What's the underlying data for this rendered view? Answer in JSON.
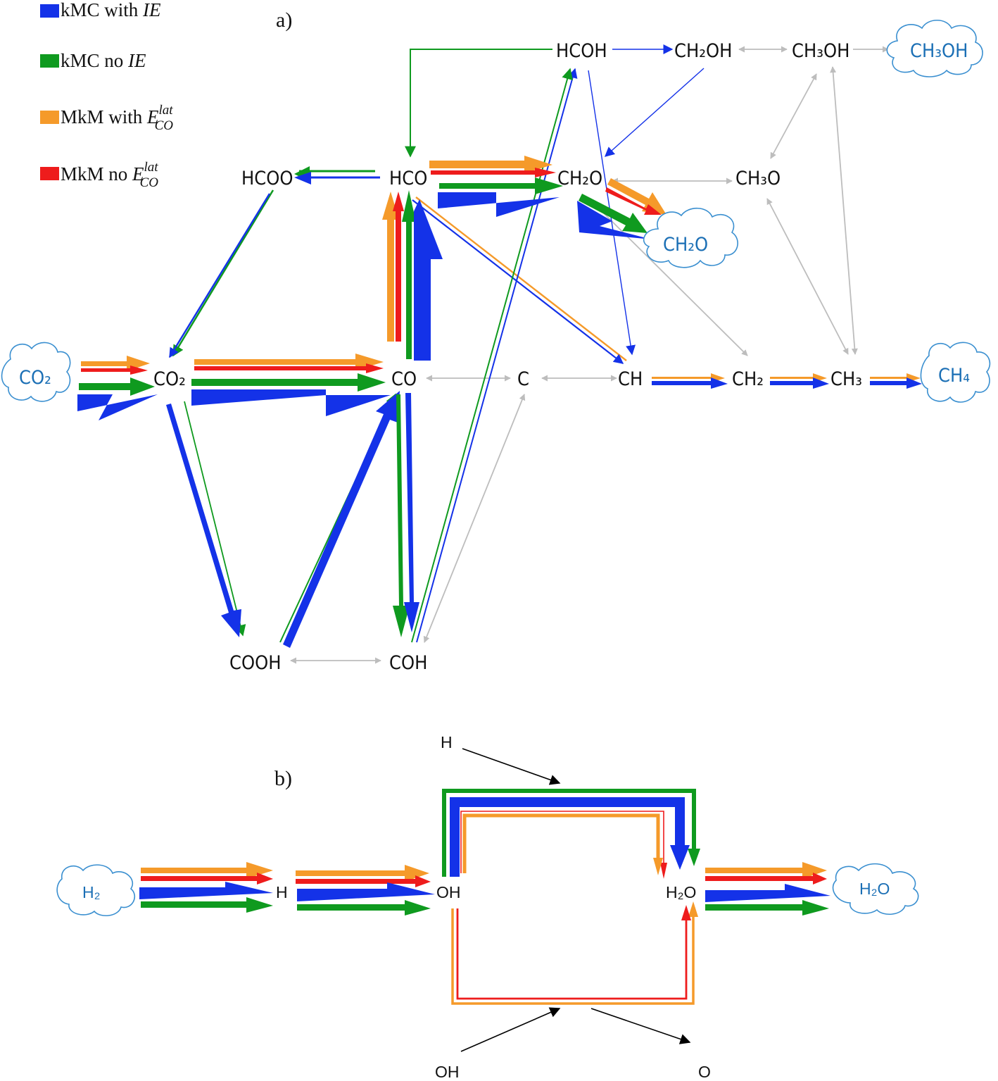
{
  "legend": [
    {
      "label": "kMC with ",
      "italic": "IE",
      "color": "#1432e8"
    },
    {
      "label": "kMC no ",
      "italic": "IE",
      "color": "#0f9a1f"
    },
    {
      "label": "MkM with ",
      "italic": "E",
      "sup": "lat",
      "sub": "CO",
      "color": "#f59a2a"
    },
    {
      "label": "MkM no ",
      "italic": "E",
      "sup": "lat",
      "sub": "CO",
      "color": "#ee1c1c"
    }
  ],
  "panels": {
    "a": "a)",
    "b": "b)"
  },
  "species_a": {
    "hcoh": "HCOH",
    "ch2oh": "CH₂OH",
    "ch3oh": "CH₃OH",
    "hcoo": "HCOO",
    "hco": "HCO",
    "ch2o": "CH₂O",
    "ch3o": "CH₃O",
    "co2": "CO₂",
    "co": "CO",
    "c": "C",
    "ch": "CH",
    "ch2": "CH₂",
    "ch3": "CH₃",
    "cooh": "COOH",
    "coh": "COH"
  },
  "clouds_a": {
    "ch3oh_gas": "CH₃OH",
    "ch2o_gas": "CH₂O",
    "co2_gas": "CO₂",
    "ch4_gas": "CH₄"
  },
  "species_b": {
    "h_top": "H",
    "h": "H",
    "oh": "OH",
    "h2o": "H₂O",
    "oh_bottom": "OH",
    "o": "O"
  },
  "clouds_b": {
    "h2_gas": "H₂",
    "h2o_gas": "H₂O"
  },
  "colors": {
    "kmc_ie": "#1432e8",
    "kmc_no_ie": "#0f9a1f",
    "mkm_lat": "#f59a2a",
    "mkm_no_lat": "#ee1c1c",
    "inactive": "#bdbdbd",
    "cloud_text": "#1b6fb5"
  }
}
